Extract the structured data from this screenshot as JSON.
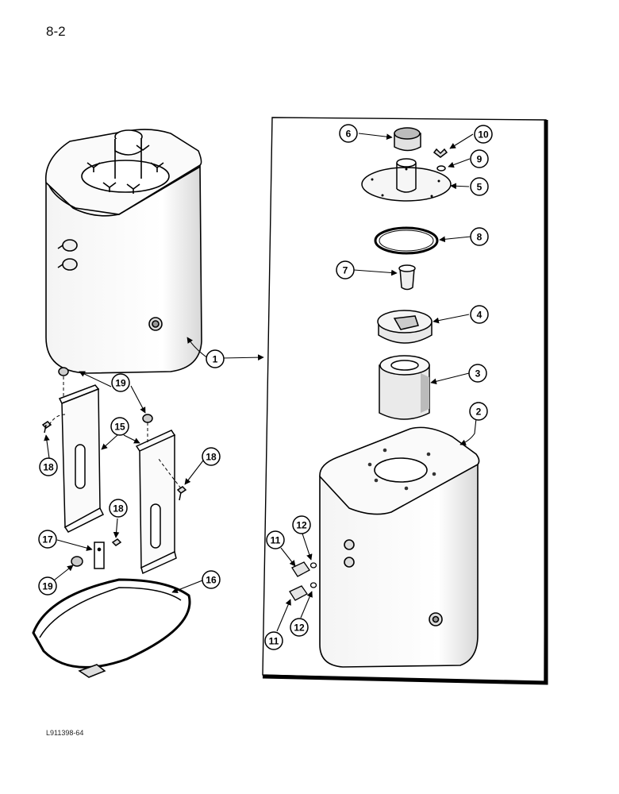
{
  "page": {
    "number": "8-2",
    "figure_id": "L911398-64"
  },
  "callouts": [
    {
      "id": "c1",
      "text": "1"
    },
    {
      "id": "c2",
      "text": "2"
    },
    {
      "id": "c3",
      "text": "3"
    },
    {
      "id": "c4",
      "text": "4"
    },
    {
      "id": "c5",
      "text": "5"
    },
    {
      "id": "c6",
      "text": "6"
    },
    {
      "id": "c7",
      "text": "7"
    },
    {
      "id": "c8",
      "text": "8"
    },
    {
      "id": "c9",
      "text": "9"
    },
    {
      "id": "c10",
      "text": "10"
    },
    {
      "id": "c11a",
      "text": "11"
    },
    {
      "id": "c11b",
      "text": "11"
    },
    {
      "id": "c12a",
      "text": "12"
    },
    {
      "id": "c12b",
      "text": "12"
    },
    {
      "id": "c15",
      "text": "15"
    },
    {
      "id": "c16",
      "text": "16"
    },
    {
      "id": "c17",
      "text": "17"
    },
    {
      "id": "c18a",
      "text": "18"
    },
    {
      "id": "c18b",
      "text": "18"
    },
    {
      "id": "c18c",
      "text": "18"
    },
    {
      "id": "c19a",
      "text": "19"
    },
    {
      "id": "c19b",
      "text": "19"
    }
  ]
}
